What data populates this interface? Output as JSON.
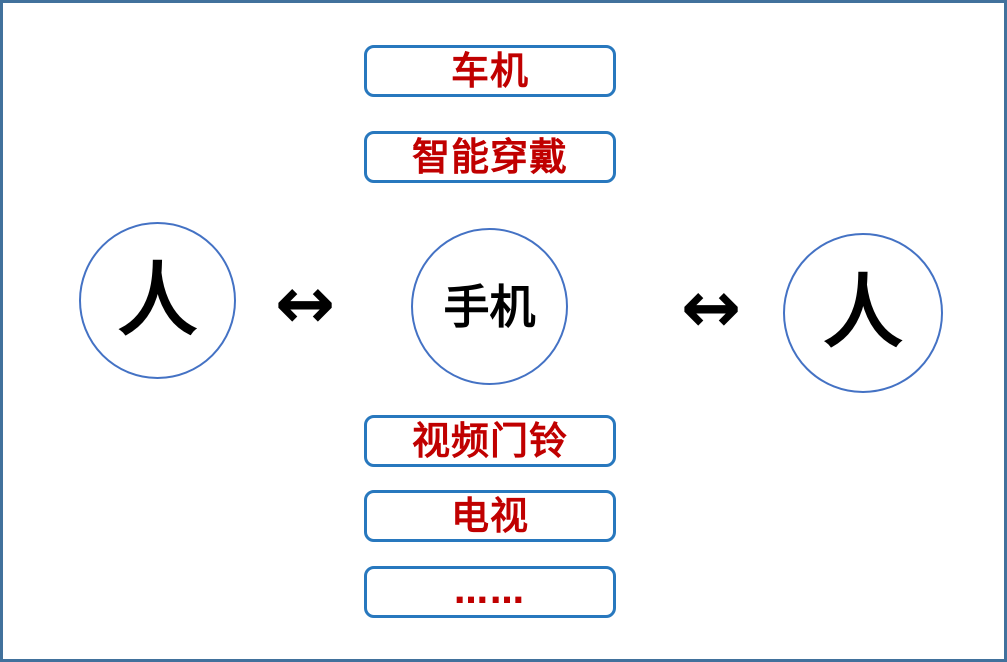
{
  "diagram": {
    "title": "phone-centric device connectivity diagram",
    "colors": {
      "frame_border": "#41719C",
      "box_border": "#2878BE",
      "circle_border": "#4472C4",
      "text_red": "#C00000",
      "text_black": "#000000",
      "canvas_bg": "#FFFFFF"
    },
    "top_boxes": [
      {
        "label": "车机"
      },
      {
        "label": "智能穿戴"
      }
    ],
    "bottom_boxes": [
      {
        "label": "视频门铃"
      },
      {
        "label": "电视"
      },
      {
        "label": "……"
      }
    ],
    "nodes": {
      "left_person": "人",
      "center_phone": "手机",
      "right_person": "人"
    },
    "arrows": {
      "glyph": "↔"
    }
  }
}
